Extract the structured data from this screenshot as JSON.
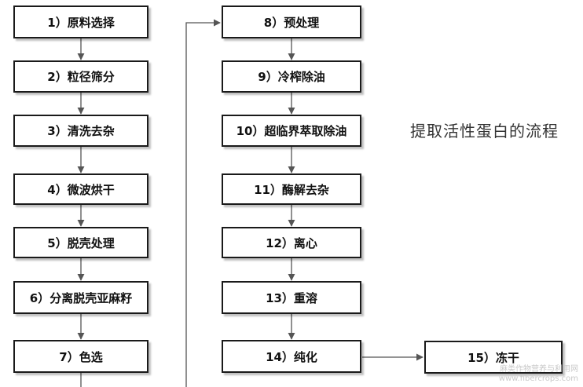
{
  "steps": [
    "1）原料选择",
    "2）粒径筛分",
    "3）清洗去杂",
    "4）微波烘干",
    "5）脱壳处理",
    "6）分离脱壳亚麻籽",
    "7）色选",
    "8）预处理",
    "9）冷榨除油",
    "10）超临界萃取除油",
    "11）酶解去杂",
    "12）离心",
    "13）重溶",
    "14）纯化",
    "15）冻干"
  ],
  "title": "提取活性蛋白的流程",
  "watermark": {
    "line1": "麻类作物营养与利用网",
    "line2": "www.fibercrops.com"
  },
  "colors": {
    "box_border": "#1a1a1a",
    "arrow": "#555555",
    "text": "#111111",
    "title": "#333333"
  }
}
